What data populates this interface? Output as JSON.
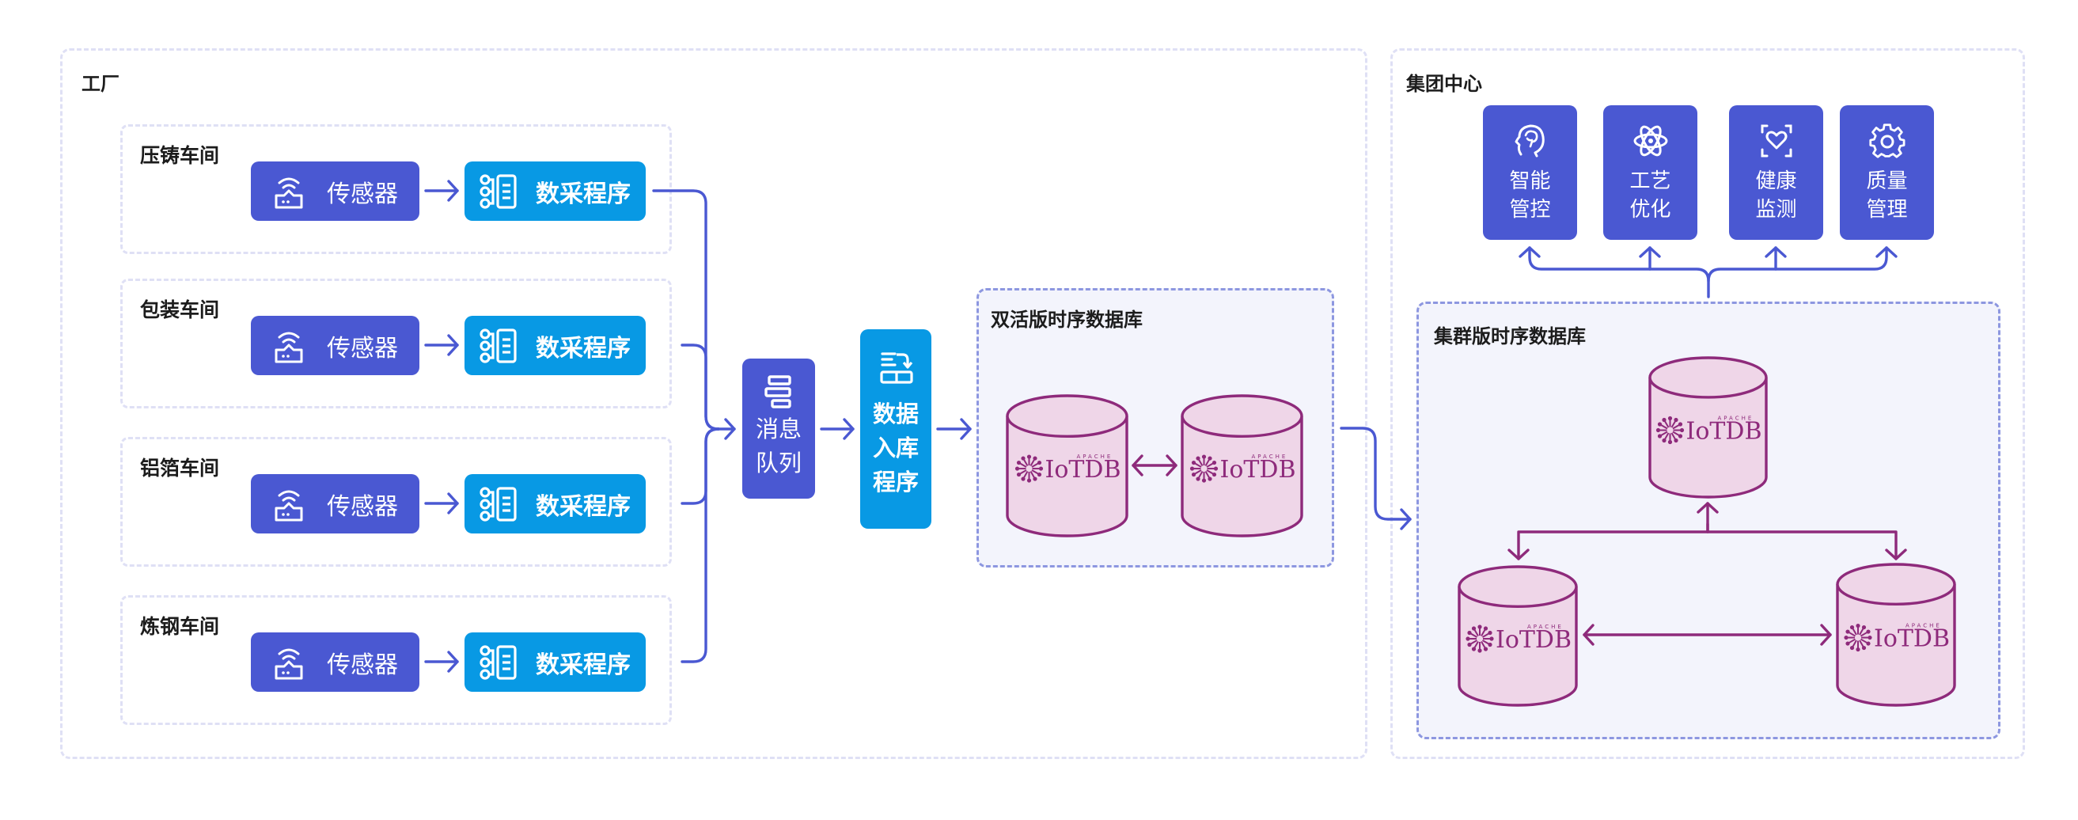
{
  "factory": {
    "title": "工厂",
    "workshops": [
      {
        "name": "压铸车间",
        "sensor_label": "传感器",
        "program_label": "数采程序"
      },
      {
        "name": "包装车间",
        "sensor_label": "传感器",
        "program_label": "数采程序"
      },
      {
        "name": "铝箔车间",
        "sensor_label": "传感器",
        "program_label": "数采程序"
      },
      {
        "name": "炼钢车间",
        "sensor_label": "传感器",
        "program_label": "数采程序"
      }
    ],
    "message_queue": {
      "line1": "消息",
      "line2": "队列",
      "icon": "queue-icon"
    },
    "ingest_program": {
      "line1": "数据",
      "line2": "入库",
      "line3": "程序",
      "icon": "data-ingest-icon"
    },
    "dual_db": {
      "title": "双活版时序数据库",
      "nodes": [
        {
          "logo_text": "IoTDB",
          "logo_brand": "APACHE"
        },
        {
          "logo_text": "IoTDB",
          "logo_brand": "APACHE"
        }
      ]
    }
  },
  "group_center": {
    "title": "集团中心",
    "services": [
      {
        "line1": "智能",
        "line2": "管控",
        "icon": "brain-icon"
      },
      {
        "line1": "工艺",
        "line2": "优化",
        "icon": "atom-icon"
      },
      {
        "line1": "健康",
        "line2": "监测",
        "icon": "heart-scan-icon"
      },
      {
        "line1": "质量",
        "line2": "管理",
        "icon": "gear-icon"
      }
    ],
    "cluster_db": {
      "title": "集群版时序数据库",
      "nodes": [
        {
          "logo_text": "IoTDB",
          "logo_brand": "APACHE"
        },
        {
          "logo_text": "IoTDB",
          "logo_brand": "APACHE"
        },
        {
          "logo_text": "IoTDB",
          "logo_brand": "APACHE"
        }
      ]
    }
  },
  "colors": {
    "sensor": "#4a58d2",
    "program": "#0899e4",
    "connector": "#4a58d2",
    "db_stroke": "#8e2a7b",
    "db_fill": "#efd6e8",
    "dashed_outer": "#dfe0f5",
    "dashed_inner": "#8d97e0"
  }
}
